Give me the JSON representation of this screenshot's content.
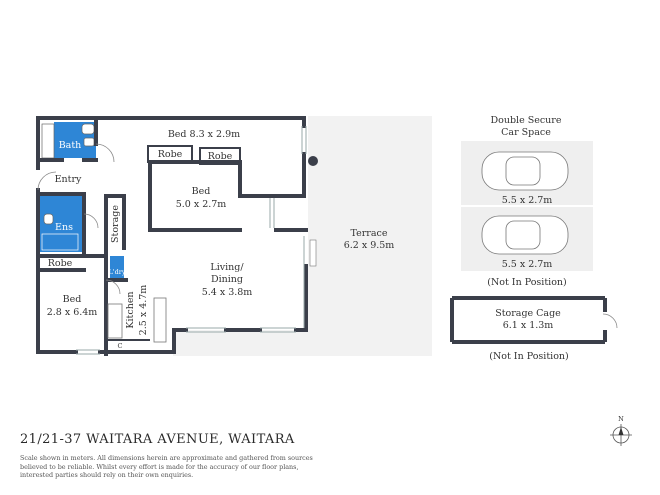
{
  "rooms": {
    "bed1": "Bed 8.3 x 2.9m",
    "robe1": "Robe",
    "robe2": "Robe",
    "bed2_name": "Bed",
    "bed2_size": "5.0 x 2.7m",
    "bath": "Bath",
    "entry": "Entry",
    "ens": "Ens",
    "storage": "Storage",
    "ldry": "L'dry",
    "robe3": "Robe",
    "bed3_name": "Bed",
    "bed3_size": "2.8 x 6.4m",
    "kitchen_name": "Kitchen",
    "kitchen_size": "2.5 x 4.7m",
    "kitchen_c": "C",
    "living_name": "Living/",
    "living_name2": "Dining",
    "living_size": "5.4 x 3.8m",
    "terrace_name": "Terrace",
    "terrace_size": "6.2 x 9.5m"
  },
  "parking": {
    "title_line1": "Double Secure",
    "title_line2": "Car Space",
    "space1": "5.5 x 2.7m",
    "space2": "5.5 x 2.7m",
    "note": "(Not In Position)"
  },
  "storage_cage": {
    "name": "Storage Cage",
    "size": "6.1 x 1.3m",
    "note": "(Not In Position)"
  },
  "compass": {
    "label": "N"
  },
  "footer": {
    "address": "21/21-37 WAITARA AVENUE, WAITARA",
    "disclaimer": "Scale shown in meters. All dimensions herein are approximate and gathered from sources believed to be reliable. Whilst every effort is made for the accuracy of our floor plans, interested parties should rely on their own enquiries."
  },
  "colors": {
    "wall": "#3b3f4a",
    "wet_area": "#2e86d6",
    "terrace": "#f2f2f2",
    "car_space": "#efefef"
  }
}
